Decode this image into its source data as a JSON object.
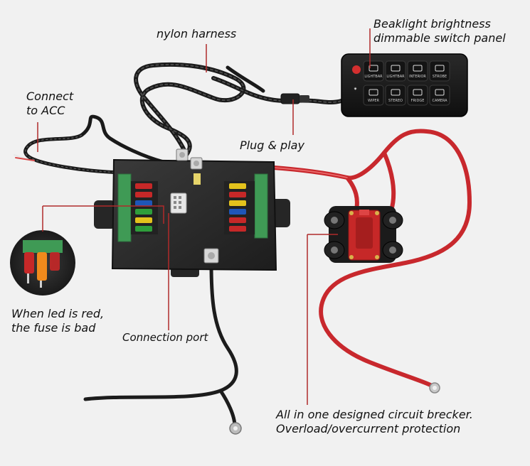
{
  "labels": {
    "nylon_harness": "nylon harness",
    "connect_acc": [
      "Connect",
      "to ACC"
    ],
    "switch_panel": [
      "Beaklight brightness",
      "dimmable switch panel"
    ],
    "plug_play": "Plug & play",
    "led_red": [
      "When led is red,",
      "the fuse is bad"
    ],
    "connection_port": "Connection port",
    "circuit_breaker": [
      "All in one designed circuit brecker.",
      "Overload/overcurrent protection"
    ]
  },
  "switch_buttons": [
    {
      "icon": "lightbar-icon",
      "text": "LIGHTBAR"
    },
    {
      "icon": "lightbar2-icon",
      "text": "LIGHTBAR"
    },
    {
      "icon": "interior-icon",
      "text": "INTERIOR"
    },
    {
      "icon": "strobe-icon",
      "text": "STROBE"
    },
    {
      "icon": "wiper-icon",
      "text": "WIPER"
    },
    {
      "icon": "stereo-icon",
      "text": "STEREO"
    },
    {
      "icon": "fridge-icon",
      "text": "FRIDGE"
    },
    {
      "icon": "camera-icon",
      "text": "CAMERA"
    }
  ],
  "colors": {
    "background": "#f1f1f1",
    "callout_line": "#b02a2a",
    "red_wire": "#c8282d",
    "black_wire": "#1c1c1c",
    "relay_box": "#2b2b2b",
    "terminal_green": "#3f9a55"
  }
}
